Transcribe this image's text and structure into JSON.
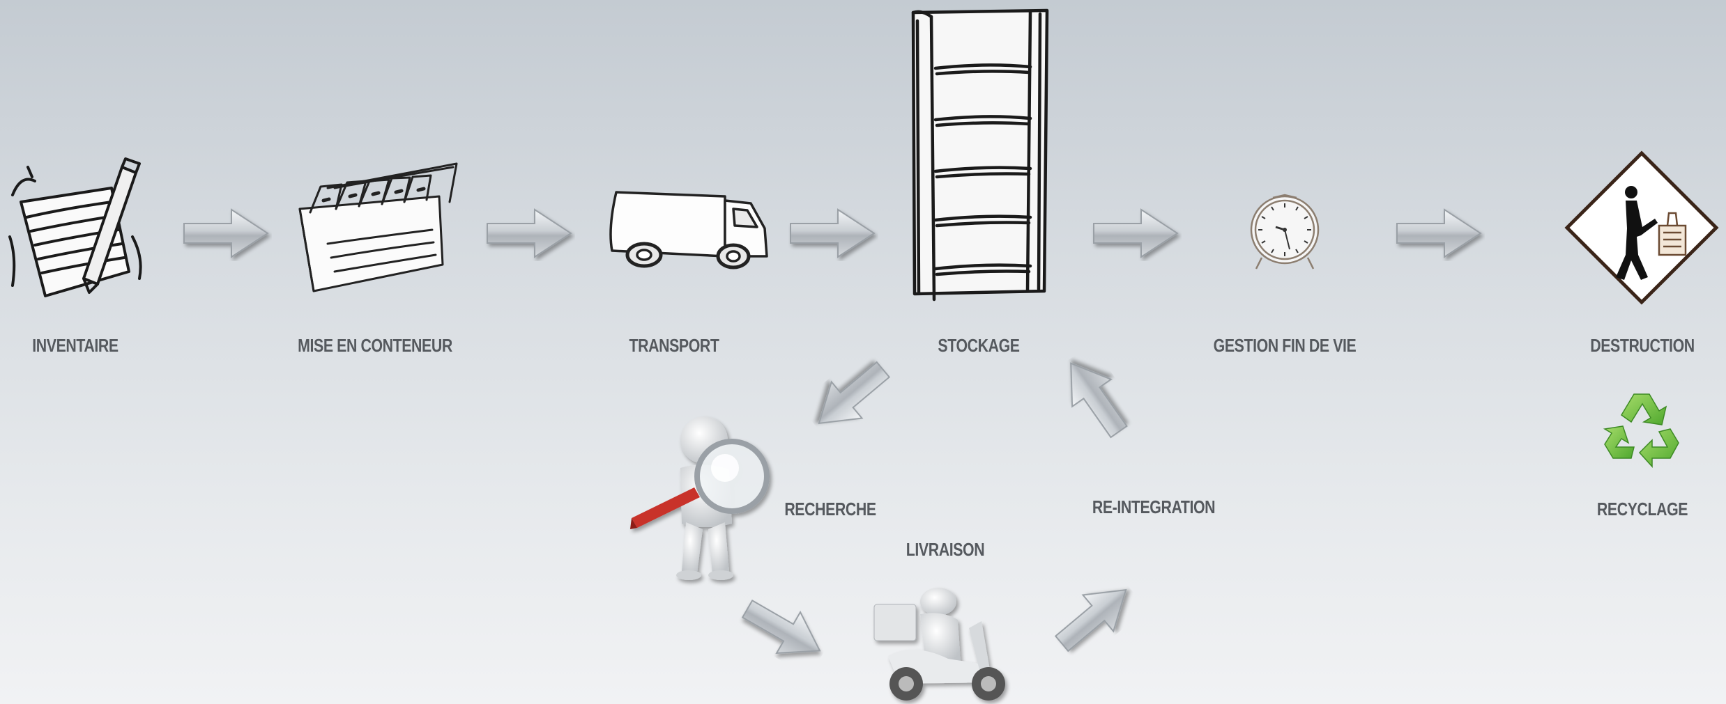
{
  "steps": {
    "inventaire": "INVENTAIRE",
    "mise_en_conteneur": "MISE EN CONTENEUR",
    "transport": "TRANSPORT",
    "stockage": "STOCKAGE",
    "gestion_fin_de_vie": "GESTION FIN DE VIE",
    "destruction": "DESTRUCTION",
    "recyclage": "RECYCLAGE",
    "recherche": "RECHERCHE",
    "livraison": "LIVRAISON",
    "re_integration": "RE-INTEGRATION"
  },
  "icons": {
    "inventaire": "notepad-pencil-icon",
    "mise_en_conteneur": "file-box-icon",
    "transport": "truck-icon",
    "stockage": "shelf-icon",
    "gestion_fin_de_vie": "clock-icon",
    "destruction": "shredder-sign-icon",
    "recyclage": "recycle-icon",
    "recherche": "magnifier-figure-icon",
    "livraison": "scooter-icon"
  },
  "colors": {
    "label": "#55595e",
    "recycle_green": "#7cc243",
    "arrow_silver": "#b9bec4"
  }
}
